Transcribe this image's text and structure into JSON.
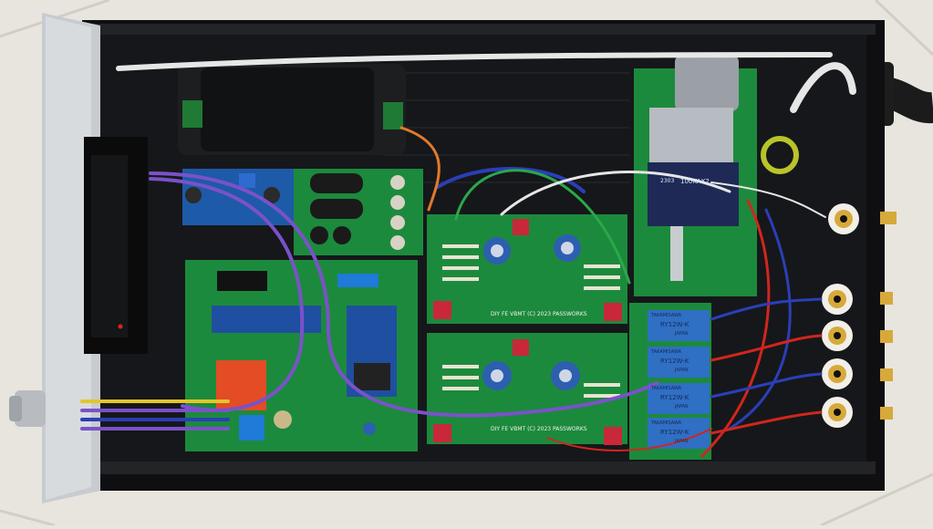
{
  "photo": {
    "colors": {
      "tile": "#e9e6e0",
      "chassis": "#141416",
      "faceplate": "#c9ccd0",
      "pcb": "#1c8a3c",
      "pcb_dark": "#146c2e",
      "relay": "#2f6fc4",
      "cap_blue": "#2d5fb0",
      "terminal": "#1f7ad8",
      "gold": "#d6a93a",
      "wire_purple": "#7a52c9",
      "wire_red": "#d0261e",
      "wire_blue": "#2a3fb8",
      "wire_green": "#2aa84a",
      "wire_white": "#e6e6e6",
      "wire_yellow": "#e3c62a"
    },
    "board_labels": {
      "upper_board": "DIY FE VBMT (C) 2023 PASSWORKS",
      "lower_board": "DIY FE VBMT (C) 2023 PASSWORKS",
      "pot_label": "100KAX2",
      "pot_code": "2303"
    },
    "relay_labels": [
      {
        "maker": "TAKAMISAWA",
        "model": "RY12W-K",
        "origin": "JAPAN"
      },
      {
        "maker": "TAKAMISAWA",
        "model": "RY12W-K",
        "origin": "JAPAN"
      },
      {
        "maker": "TAKAMISAWA",
        "model": "RY12W-K",
        "origin": "JAPAN"
      },
      {
        "maker": "TAKAMISAWA",
        "model": "RY12W-K",
        "origin": "JAPAN"
      }
    ]
  }
}
